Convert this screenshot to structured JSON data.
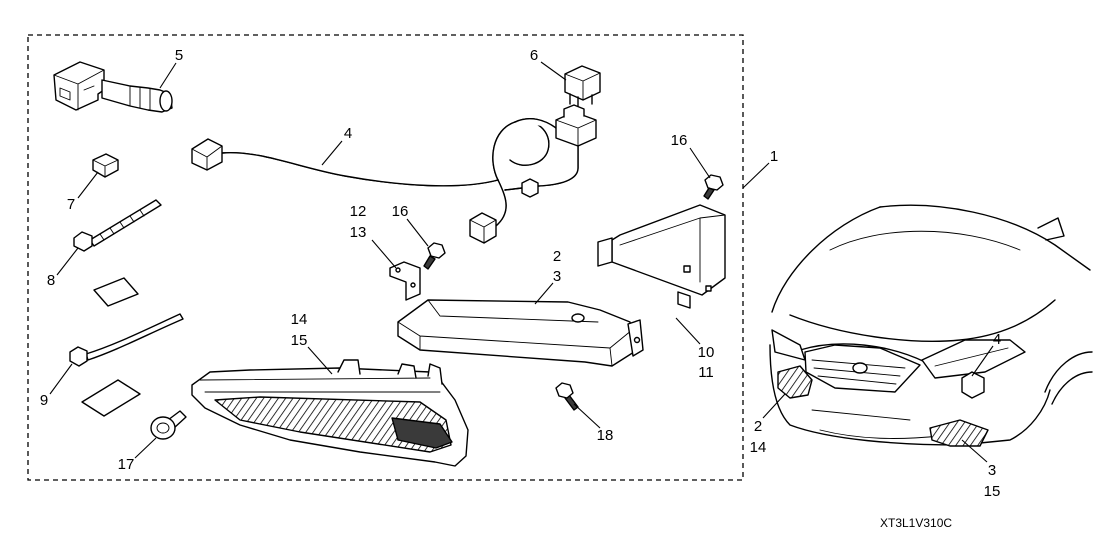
{
  "callouts": {
    "combination_switch": "5",
    "relay": "6",
    "harness": "4",
    "bolt_top": "16",
    "kit": "1",
    "clip": "7",
    "cable_tie_short": "8",
    "bracket_small_a": "12",
    "bracket_small_b": "13",
    "bolt_mid": "16",
    "light_a": "2",
    "light_b": "3",
    "cable_tie_long": "9",
    "garnish_a": "14",
    "garnish_b": "15",
    "bracket_large_a": "10",
    "bracket_large_b": "11",
    "bolt_bottom": "18",
    "push_clip": "17"
  },
  "vehicle_callouts": {
    "harness": "4",
    "left_a": "2",
    "left_b": "14",
    "right_a": "3",
    "right_b": "15"
  },
  "figure_code": "XT3L1V310C"
}
